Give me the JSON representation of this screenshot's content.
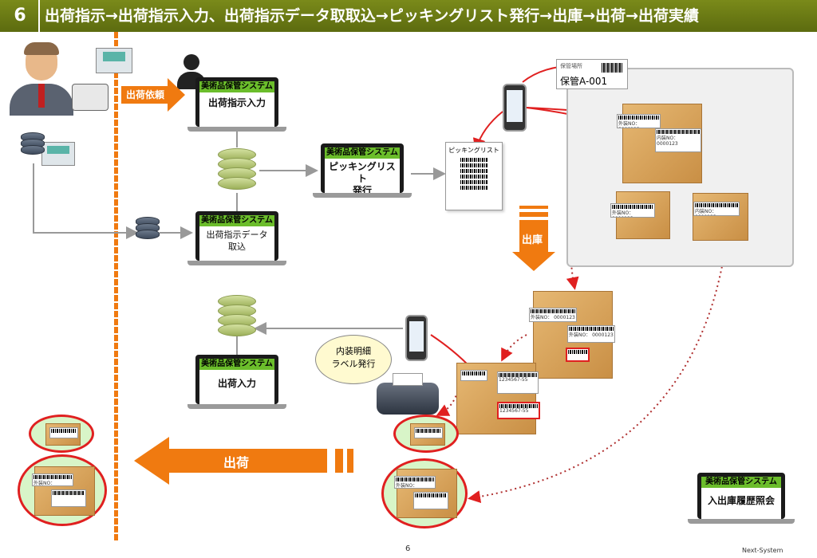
{
  "header": {
    "number": "6",
    "title": "出荷指示→出荷指示入力、出荷指示データ取取込→ピッキングリスト発行→出庫→出荷→出荷実績"
  },
  "arrows": {
    "request": "出荷依頼",
    "outbound": "出庫",
    "ship": "出荷"
  },
  "system_name": "美術品保管システム",
  "laptops": {
    "instruction_input": "出荷指示入力",
    "data_import_1": "出荷指示データ",
    "data_import_2": "取込",
    "picking_1": "ピッキングリスト",
    "picking_2": "発行",
    "ship_input": "出荷入力",
    "history": "入出庫履歴照会"
  },
  "picking_list_doc": "ピッキングリスト",
  "location": {
    "small": "保管場所",
    "label": "保管A-001"
  },
  "bubble": {
    "line1": "内装明細",
    "line2": "ラベル発行"
  },
  "box_labels": {
    "outer": "外装NO： 0000123",
    "inner": "内装NO： 0000123",
    "code": "1234567-55"
  },
  "footer": {
    "page": "6",
    "brand": "Next-System"
  },
  "colors": {
    "header": "#6b7a14",
    "orange": "#f07a10",
    "red": "#e02020",
    "green_band": "#6bbd2b"
  }
}
